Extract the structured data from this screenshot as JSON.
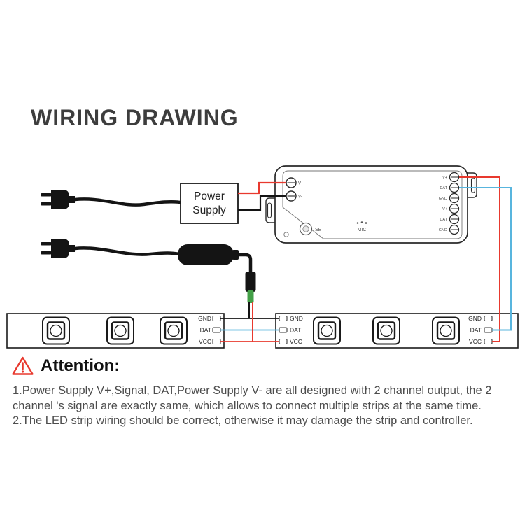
{
  "page": {
    "title": "WIRING DRAWING"
  },
  "diagram": {
    "power_supply": {
      "line1": "Power",
      "line2": "Supply"
    },
    "controller": {
      "set_label": "SET",
      "mic_label": "MIC",
      "left_terminals": [
        "V+",
        "V-"
      ],
      "right_terminals": [
        "V+",
        "DAT",
        "GND",
        "V+",
        "DAT",
        "GND"
      ]
    },
    "strip": {
      "left": [
        "GND",
        "DAT",
        "VCC"
      ],
      "middle": [
        "GND",
        "DAT",
        "VCC"
      ],
      "right": [
        "GND",
        "DAT",
        "VCC"
      ]
    },
    "wire_colors": {
      "positive": "#e8392e",
      "data": "#58b5de",
      "negative": "#141414"
    }
  },
  "attention": {
    "heading": "Attention:",
    "lines": [
      "1.Power Supply V+,Signal, DAT,Power Supply V- are all designed with 2 channel output, the 2",
      "channel 's signal are exactly same, which allows to connect multiple strips at the same time.",
      "2.The LED strip wiring should be correct, otherwise it may damage the strip and controller."
    ]
  }
}
